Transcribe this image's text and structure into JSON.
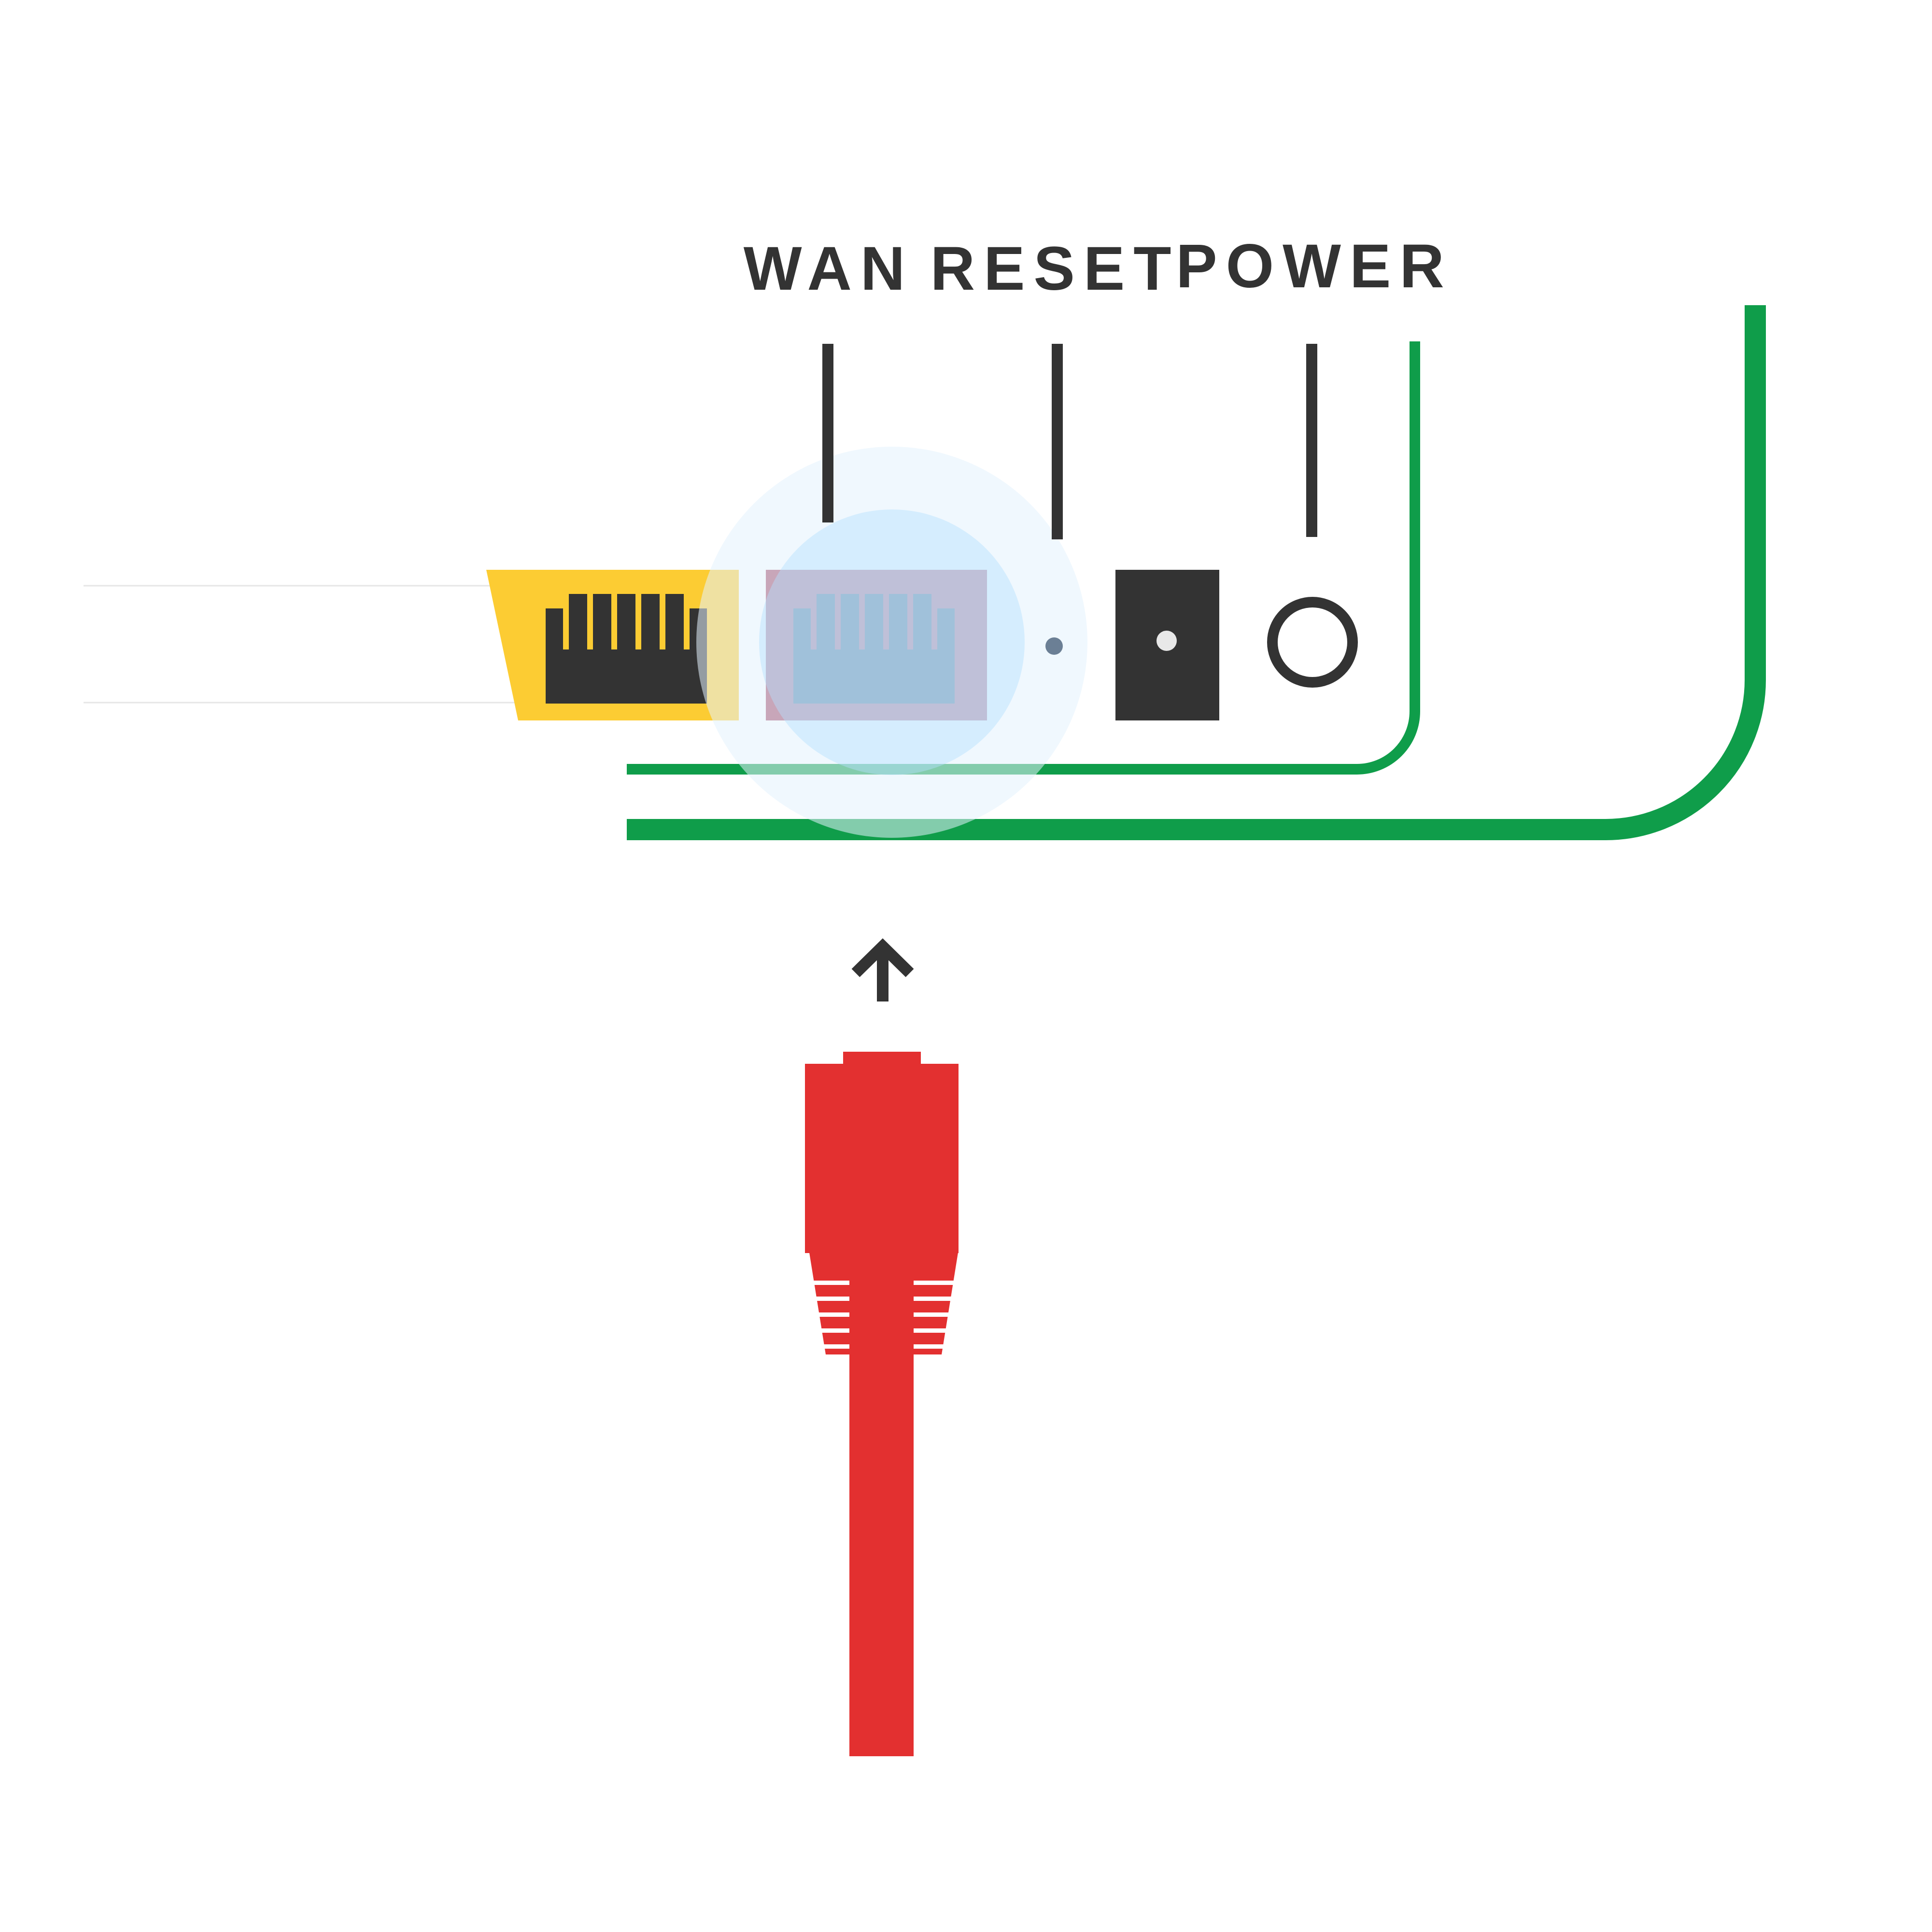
{
  "labels": {
    "wan": "WAN",
    "reset": "RESET",
    "power": "POWER"
  },
  "icons": {
    "lan_port": "ethernet-port-icon",
    "wan_port": "ethernet-port-icon",
    "reset_button": "reset-pinhole-icon",
    "dc_jack": "dc-power-jack-icon",
    "power_button": "power-button-icon",
    "arrow": "arrow-up-icon",
    "plug": "ethernet-plug-icon"
  },
  "colors": {
    "text": "#333333",
    "router_outline": "#0f9d4a",
    "lan_port": "#fccc33",
    "wan_port_highlight": "#a64b67",
    "port_inner": "#333333",
    "wan_port_inner": "#2a4f6e",
    "highlight_outer": "#e3f2fd",
    "highlight_inner": "#b3e0ff",
    "cable": "#e33030",
    "reset_hole": "#6b7f95"
  }
}
